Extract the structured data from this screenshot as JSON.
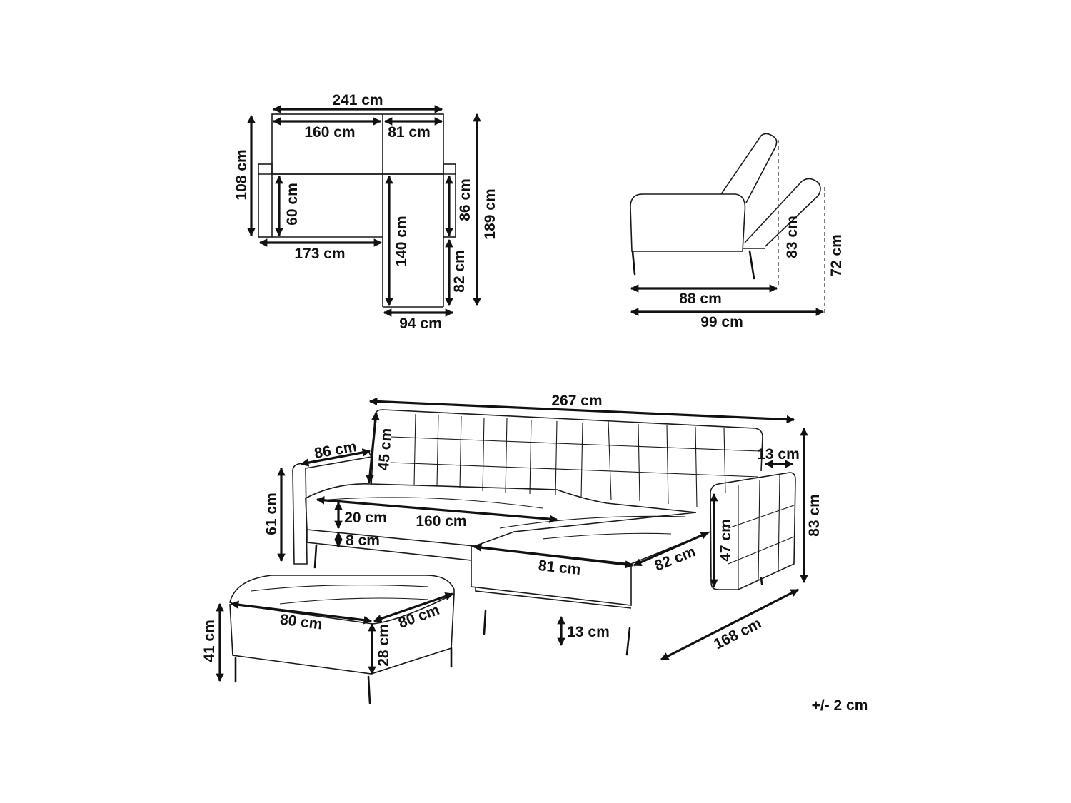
{
  "top_view": {
    "total_width": "241 cm",
    "sofa_width": "160 cm",
    "chaise_width": "81 cm",
    "depth": "108 cm",
    "seat_depth": "60 cm",
    "base_width": "173 cm",
    "chaise_length": "140 cm",
    "arm_length": "86 cm",
    "total_depth": "189 cm",
    "chaise_extension": "82 cm",
    "chaise_arm_width": "94 cm"
  },
  "side_view": {
    "seat_depth": "88 cm",
    "reclined_height": "83 cm",
    "back_height": "72 cm",
    "total_depth": "99 cm"
  },
  "perspective_view": {
    "total_width": "267 cm",
    "arm_depth": "86 cm",
    "back_cushion_height": "45 cm",
    "armrest_width": "13 cm",
    "seat_height": "61 cm",
    "cushion_thickness": "20 cm",
    "seat_width": "160 cm",
    "base_height": "8 cm",
    "arm_height": "47 cm",
    "total_height": "83 cm",
    "chaise_width": "81 cm",
    "chaise_depth": "82 cm",
    "leg_height": "13 cm",
    "total_depth": "168 cm"
  },
  "ottoman": {
    "width": "80 cm",
    "depth": "80 cm",
    "height": "41 cm",
    "base_height": "28 cm"
  },
  "tolerance": "+/- 2 cm"
}
